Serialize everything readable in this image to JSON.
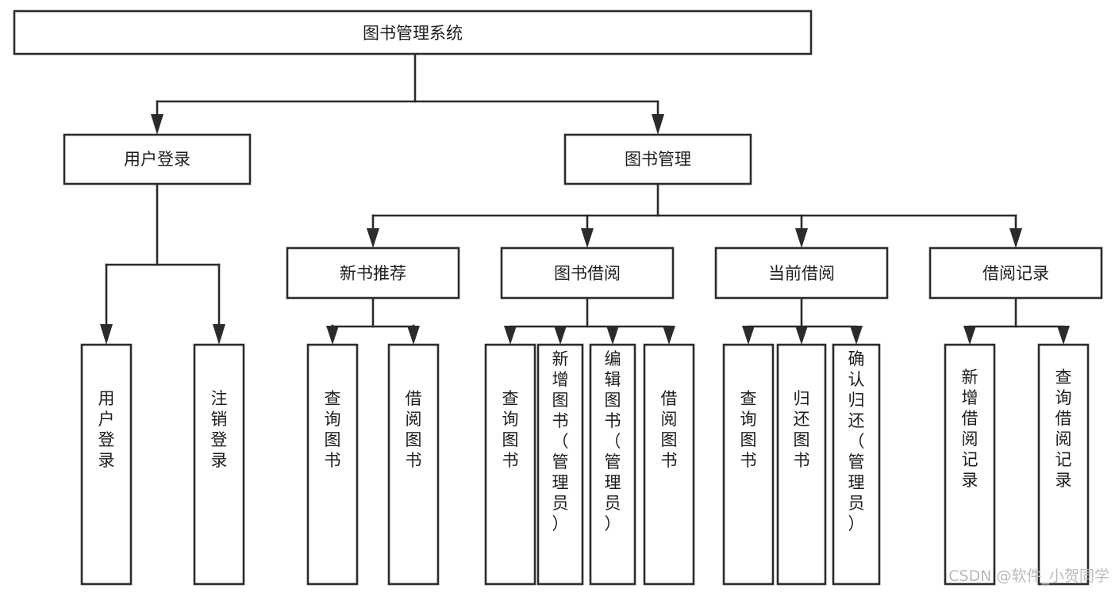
{
  "diagram": {
    "title": "图书管理系统",
    "type": "功能结构图",
    "colors": {
      "stroke": "#2b2b2b",
      "fill": "#ffffff",
      "text": "#1d1d1d",
      "background": "#ffffff",
      "watermark": "#b9b9b9"
    },
    "levels": {
      "root": {
        "label": "图书管理系统"
      },
      "level2": [
        {
          "label": "用户登录"
        },
        {
          "label": "图书管理"
        }
      ],
      "level3": [
        {
          "label": "新书推荐"
        },
        {
          "label": "图书借阅"
        },
        {
          "label": "当前借阅"
        },
        {
          "label": "借阅记录"
        }
      ],
      "leaves": {
        "user_login": [
          {
            "label": "用户登录"
          },
          {
            "label": "注销登录"
          }
        ],
        "new_book_recommend": [
          {
            "label": "查询图书"
          },
          {
            "label": "借阅图书"
          }
        ],
        "book_borrow": [
          {
            "label": "查询图书"
          },
          {
            "label": "新增图书（管理员）"
          },
          {
            "label": "编辑图书（管理员）"
          },
          {
            "label": "借阅图书"
          }
        ],
        "current_borrow": [
          {
            "label": "查询图书"
          },
          {
            "label": "归还图书"
          },
          {
            "label": "确认归还（管理员）"
          }
        ],
        "borrow_record": [
          {
            "label": "新增借阅记录"
          },
          {
            "label": "查询借阅记录"
          }
        ]
      }
    },
    "watermark": "CSDN @软件_小贺同学"
  }
}
